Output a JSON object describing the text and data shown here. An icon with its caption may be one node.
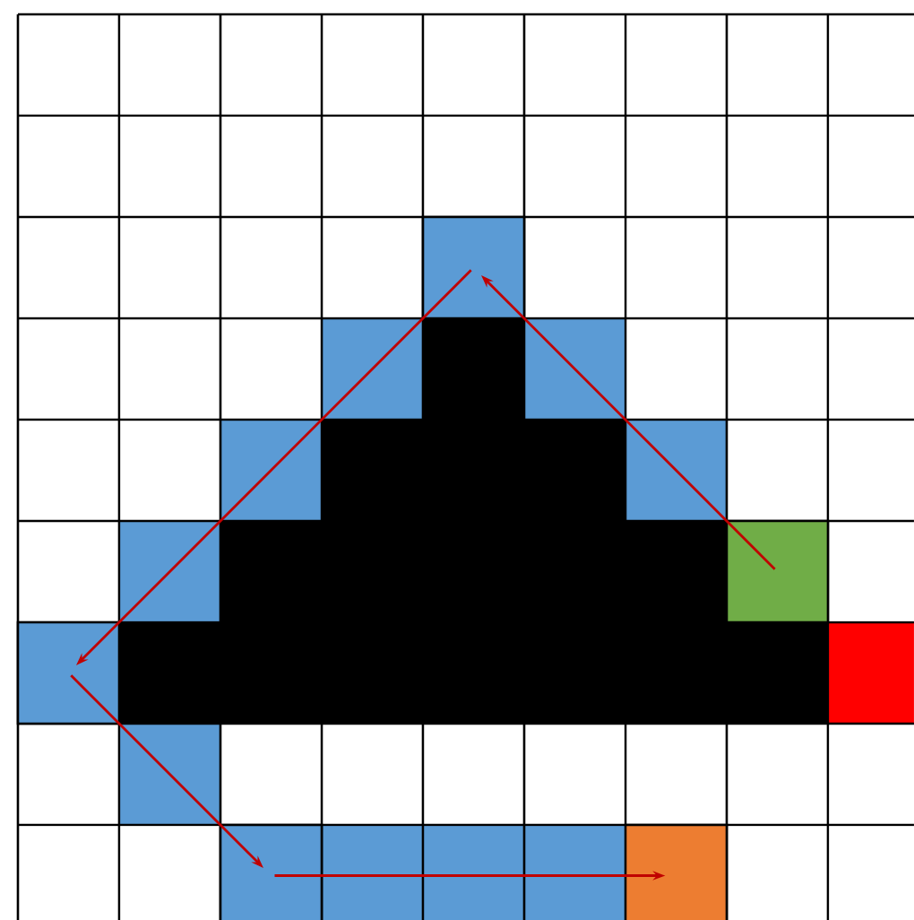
{
  "diagram": {
    "nodes": [
      {
        "text": [],
        "shape": "box"
      },
      {
        "text": [],
        "shape": "box"
      },
      {
        "text": [],
        "shape": "box"
      },
      {
        "text": [],
        "shape": "box"
      },
      {
        "text": [],
        "shape": "box"
      }
    ],
    "edges": [
      {
        "from": 0,
        "to": 1,
        "arrow": "to"
      },
      {
        "from": 1,
        "to": 2,
        "arrow": "to"
      },
      {
        "from": 2,
        "to": 3,
        "arrow": "to"
      },
      {
        "from": 3,
        "to": 4,
        "arrow": "to"
      }
    ]
  }
}
